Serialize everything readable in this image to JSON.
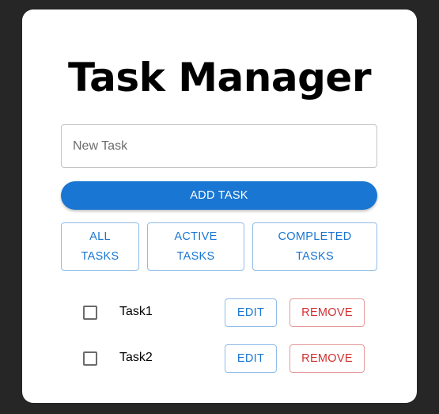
{
  "app": {
    "title": "Task Manager"
  },
  "new_task": {
    "placeholder": "New Task",
    "value": ""
  },
  "add_button": {
    "label": "ADD TASK"
  },
  "filters": [
    {
      "line1": "ALL",
      "line2": "TASKS"
    },
    {
      "line1": "ACTIVE",
      "line2": "TASKS"
    },
    {
      "line1": "COMPLETED",
      "line2": "TASKS"
    }
  ],
  "tasks": [
    {
      "label": "Task1",
      "checked": false,
      "edit_label": "EDIT",
      "remove_label": "REMOVE"
    },
    {
      "label": "Task2",
      "checked": false,
      "edit_label": "EDIT",
      "remove_label": "REMOVE"
    }
  ],
  "colors": {
    "background": "#262626",
    "card": "#ffffff",
    "primary": "#1976d2",
    "danger": "#d32f2f"
  }
}
